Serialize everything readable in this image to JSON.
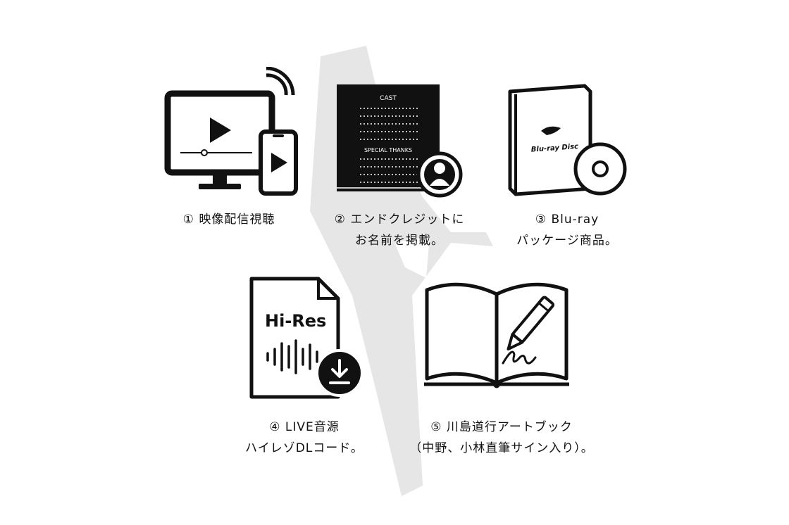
{
  "colors": {
    "ink": "#111111",
    "watermark": "#e6e6e6",
    "background": "#ffffff"
  },
  "items": [
    {
      "icon": "tv-and-phone-video-icon",
      "caption_lines": [
        "① 映像配信視聴"
      ]
    },
    {
      "icon": "end-credits-icon",
      "screen_heading_1": "CAST",
      "screen_heading_2": "SPECIAL THANKS",
      "caption_lines": [
        "② エンドクレジットに",
        "お名前を掲載。"
      ]
    },
    {
      "icon": "bluray-package-icon",
      "logo_text": "Blu-ray Disc",
      "caption_lines": [
        "③ Blu-ray",
        "パッケージ商品。"
      ]
    },
    {
      "icon": "hires-audio-file-icon",
      "file_label": "Hi-Res",
      "caption_lines": [
        "④ LIVE音源",
        "ハイレゾDLコード。"
      ]
    },
    {
      "icon": "signed-artbook-icon",
      "caption_lines": [
        "⑤ 川島道行アートブック",
        "（中野、小林直筆サイン入り）。"
      ]
    }
  ]
}
